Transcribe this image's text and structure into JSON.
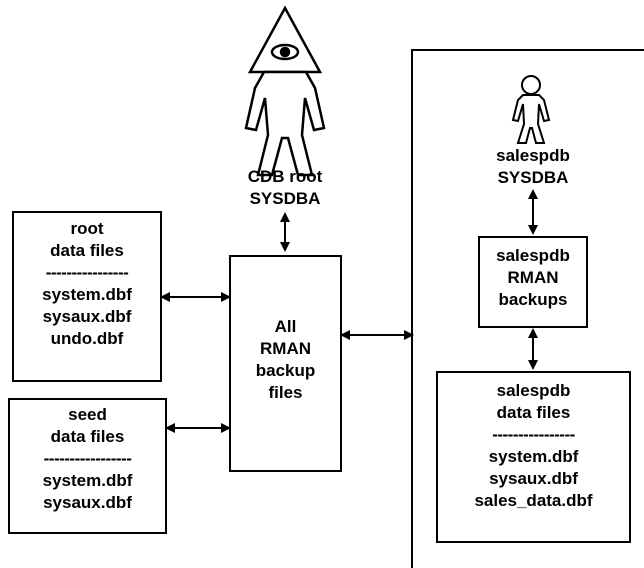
{
  "cdb_root": {
    "lines": [
      "CDB root",
      "SYSDBA"
    ]
  },
  "root_files": {
    "lines": [
      "root",
      "data files",
      "----------------",
      "system.dbf",
      "sysaux.dbf",
      "undo.dbf"
    ]
  },
  "seed_files": {
    "lines": [
      "seed",
      "data files",
      "-----------------",
      "system.dbf",
      "sysaux.dbf"
    ]
  },
  "rman_all": {
    "lines": [
      "All",
      "RMAN",
      "backup",
      "files"
    ]
  },
  "salespdb_user": {
    "lines": [
      "salespdb",
      "SYSDBA"
    ]
  },
  "salespdb_backups": {
    "lines": [
      "salespdb",
      "RMAN",
      "backups"
    ]
  },
  "salespdb_files": {
    "lines": [
      "salespdb",
      "data files",
      "----------------",
      "system.dbf",
      "sysaux.dbf",
      "sales_data.dbf"
    ]
  }
}
